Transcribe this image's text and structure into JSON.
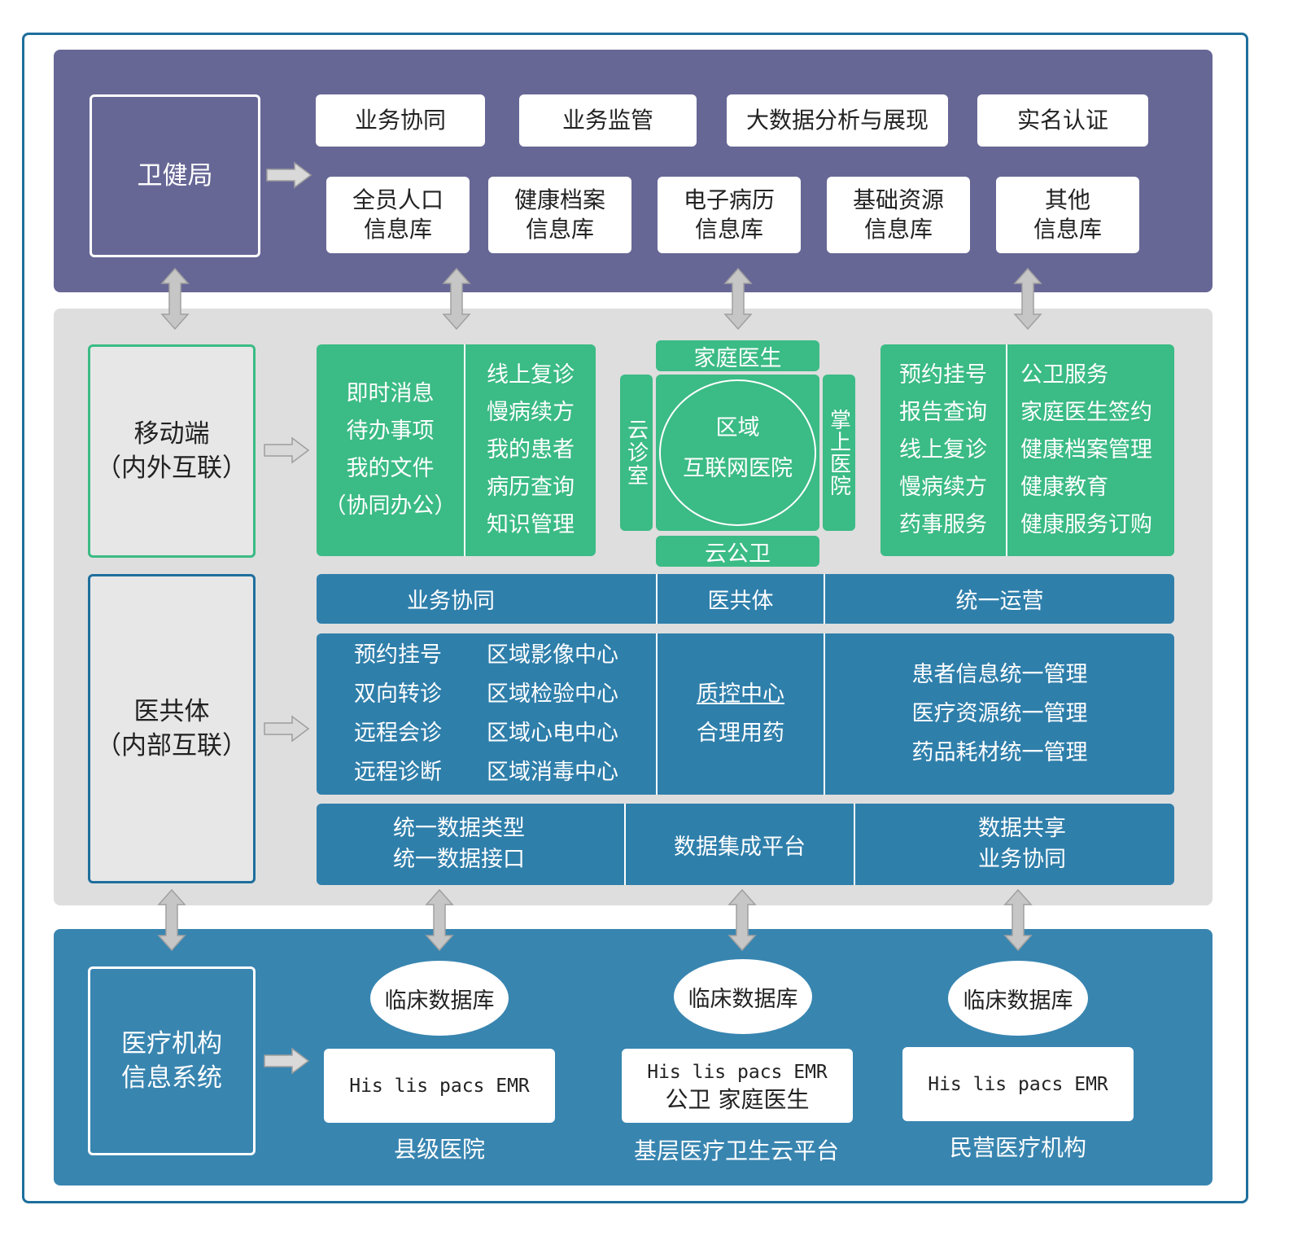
{
  "weijianju": {
    "label": "卫健局",
    "row1": [
      "业务协同",
      "业务监管",
      "大数据分析与展现",
      "实名认证"
    ],
    "row2": [
      {
        "line1": "全员人口",
        "line2": "信息库"
      },
      {
        "line1": "健康档案",
        "line2": "信息库"
      },
      {
        "line1": "电子病历",
        "line2": "信息库"
      },
      {
        "line1": "基础资源",
        "line2": "信息库"
      },
      {
        "line1": "其他",
        "line2": "信息库"
      }
    ]
  },
  "mobile": {
    "label1": "移动端",
    "label2": "（内外互联）",
    "office": [
      "即时消息",
      "待办事项",
      "我的文件",
      "（协同办公）"
    ],
    "doctor": [
      "线上复诊",
      "慢病续方",
      "我的患者",
      "病历查询",
      "知识管理"
    ],
    "hospital": {
      "top": "家庭医生",
      "left": "云诊室",
      "right": "掌上医院",
      "bottom": "云公卫",
      "center1": "区域",
      "center2": "互联网医院"
    },
    "patient_left": [
      "预约挂号",
      "报告查询",
      "线上复诊",
      "慢病续方",
      "药事服务"
    ],
    "patient_right": [
      "公卫服务",
      "家庭医生签约",
      "健康档案管理",
      "健康教育",
      "健康服务订购"
    ]
  },
  "yigongti": {
    "label1": "医共体",
    "label2": "（内部互联）",
    "header": [
      "业务协同",
      "医共体",
      "统一运营"
    ],
    "col1a": [
      "预约挂号",
      "双向转诊",
      "远程会诊",
      "远程诊断"
    ],
    "col1b": [
      "区域影像中心",
      "区域检验中心",
      "区域心电中心",
      "区域消毒中心"
    ],
    "col2": [
      "质控中心",
      "合理用药"
    ],
    "col3": [
      "患者信息统一管理",
      "医疗资源统一管理",
      "药品耗材统一管理"
    ],
    "data1": [
      "统一数据类型",
      "统一数据接口"
    ],
    "data2": "数据集成平台",
    "data3": [
      "数据共享",
      "业务协同"
    ]
  },
  "institutions": {
    "label1": "医疗机构",
    "label2": "信息系统",
    "db": "临床数据库",
    "sys1": "His lis pacs EMR",
    "sys2a": "His lis pacs EMR",
    "sys2b": "公卫 家庭医生",
    "sys3": "His lis pacs EMR",
    "cap1": "县级医院",
    "cap2": "基层医疗卫生云平台",
    "cap3": "民营医疗机构"
  },
  "colors": {
    "purple_band": "#676796",
    "grey_band": "#dedede",
    "blue_band": "#3885b0",
    "green": "#3bbb85",
    "steel_blue": "#2f7fab",
    "arrow_grey": "#c6c6c6"
  }
}
